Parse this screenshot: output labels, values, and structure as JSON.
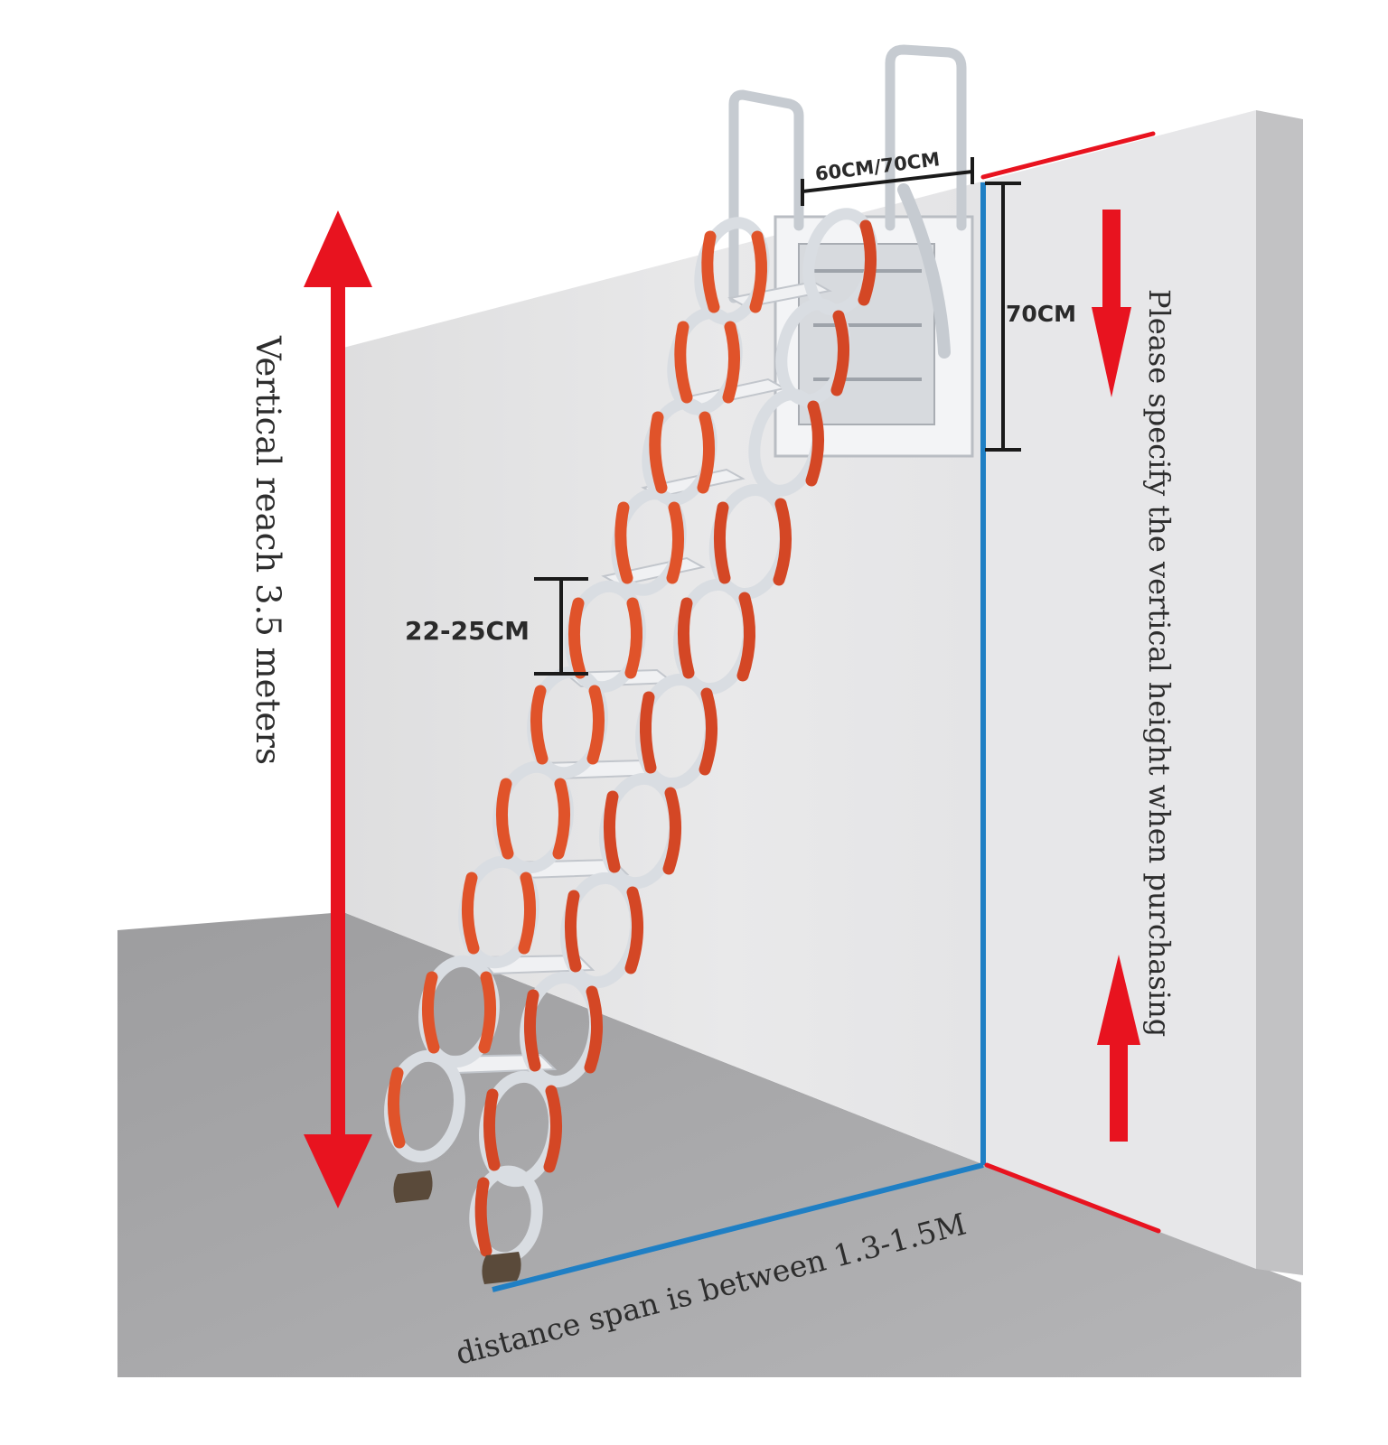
{
  "labels": {
    "width": "60CM/70CM",
    "top_height": "70CM",
    "step_spacing": "22-25CM",
    "vertical_reach": "Vertical reach 3.5 meters",
    "specify_height": "Please specify the vertical height when purchasing",
    "distance_span": "distance span is between 1.3-1.5M"
  },
  "colors": {
    "arrow_red": "#e8131f",
    "guide_blue": "#1f7fc4",
    "ladder_orange": "#e0532a",
    "ladder_silver": "#d9dde2",
    "wall": "#e2e2e4",
    "wall_side": "#c3c3c5",
    "floor": "#a7a7a9"
  }
}
